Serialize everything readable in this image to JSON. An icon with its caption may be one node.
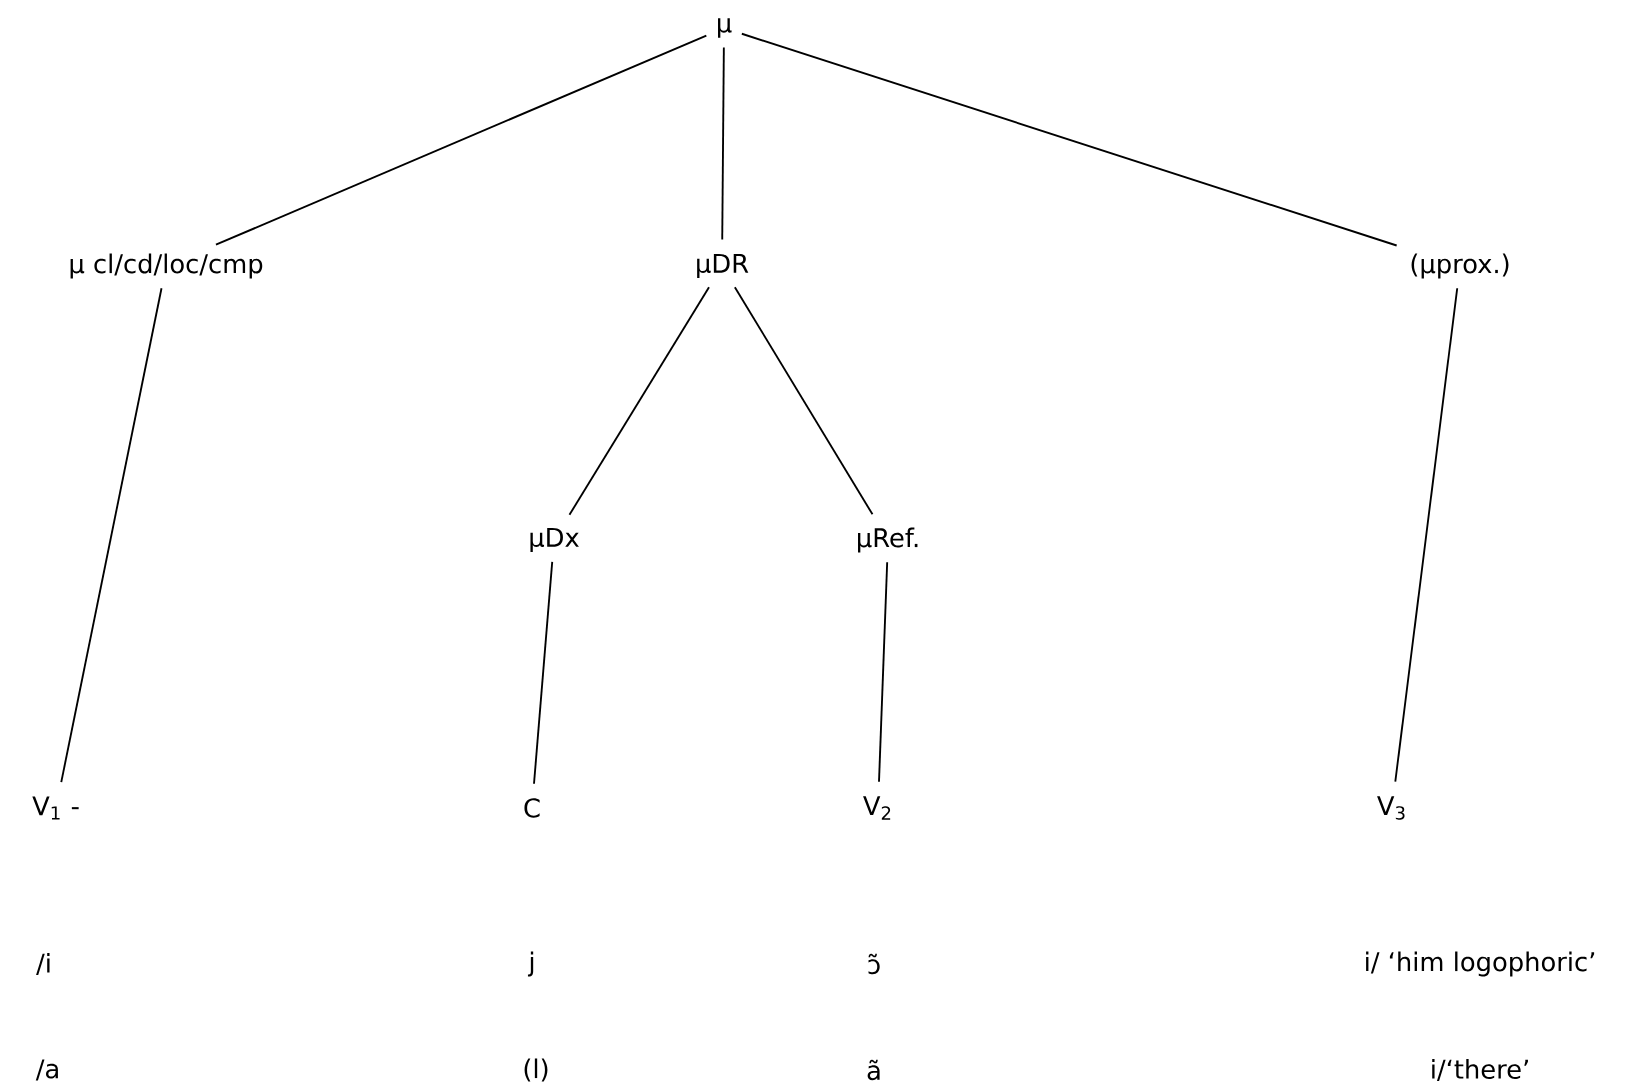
{
  "diagram": {
    "nodes": [
      {
        "text": [
          "μ"
        ]
      },
      {
        "text": [
          "μ cl/cd/loc/cmp"
        ]
      },
      {
        "text": [
          "μDR"
        ]
      },
      {
        "text": [
          "(μprox.)"
        ]
      },
      {
        "text": [
          "μDx"
        ]
      },
      {
        "text": [
          "μRef."
        ]
      },
      {
        "text": [
          "V$_{1}$ -"
        ]
      },
      {
        "text": [
          "C"
        ]
      },
      {
        "text": [
          "V$_{2}$"
        ]
      },
      {
        "text": [
          "V$_{3}$"
        ]
      }
    ],
    "edges": [
      {
        "from": 0,
        "to": 1,
        "arrow": "none"
      },
      {
        "from": 0,
        "to": 2,
        "arrow": "none"
      },
      {
        "from": 0,
        "to": 3,
        "arrow": "none"
      },
      {
        "from": 2,
        "to": 4,
        "arrow": "none"
      },
      {
        "from": 2,
        "to": 5,
        "arrow": "none"
      },
      {
        "from": 1,
        "to": 6,
        "arrow": "none"
      },
      {
        "from": 4,
        "to": 7,
        "arrow": "none"
      },
      {
        "from": 5,
        "to": 8,
        "arrow": "none"
      },
      {
        "from": 3,
        "to": 9,
        "arrow": "none"
      }
    ],
    "labels": [
      "/i",
      "j",
      "ɔ̃",
      "i/ ‘him logophoric’",
      "/a",
      "(l)",
      "ã",
      "i/‘there’"
    ]
  }
}
